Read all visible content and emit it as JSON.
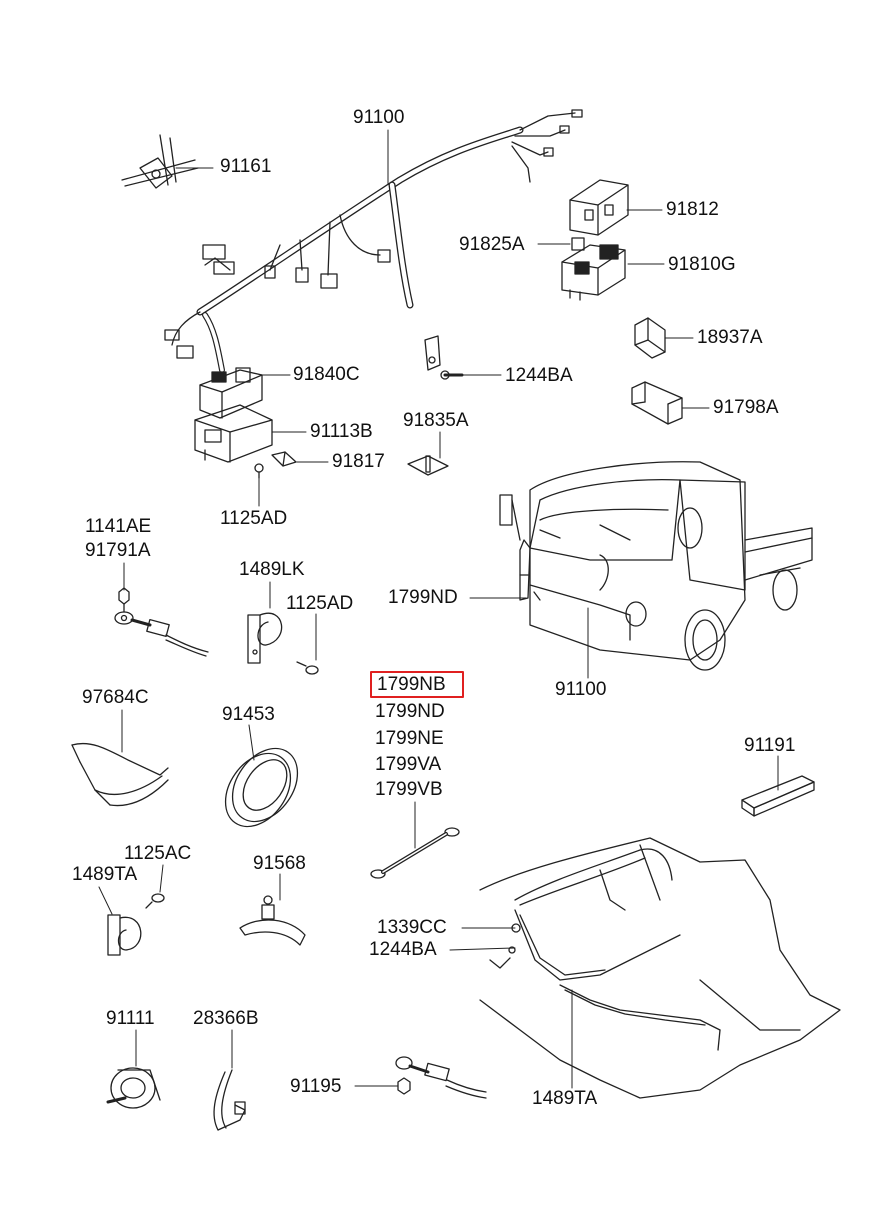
{
  "diagram": {
    "part_labels": [
      "91100",
      "91161",
      "91812",
      "91825A",
      "91810G",
      "18937A",
      "91840C",
      "1244BA",
      "91798A",
      "91113B",
      "91835A",
      "91817",
      "1125AD",
      "1141AE",
      "91791A",
      "1489LK",
      "1125AD",
      "1799ND",
      "91100",
      "1799NB",
      "1799ND",
      "1799NE",
      "1799VA",
      "1799VB",
      "97684C",
      "91453",
      "91191",
      "1125AC",
      "1489TA",
      "91568",
      "1339CC",
      "1244BA",
      "91111",
      "28366B",
      "91195",
      "1489TA"
    ],
    "highlighted_label": "1799NB",
    "highlight_color": "#e02020",
    "line_color": "#222222"
  }
}
